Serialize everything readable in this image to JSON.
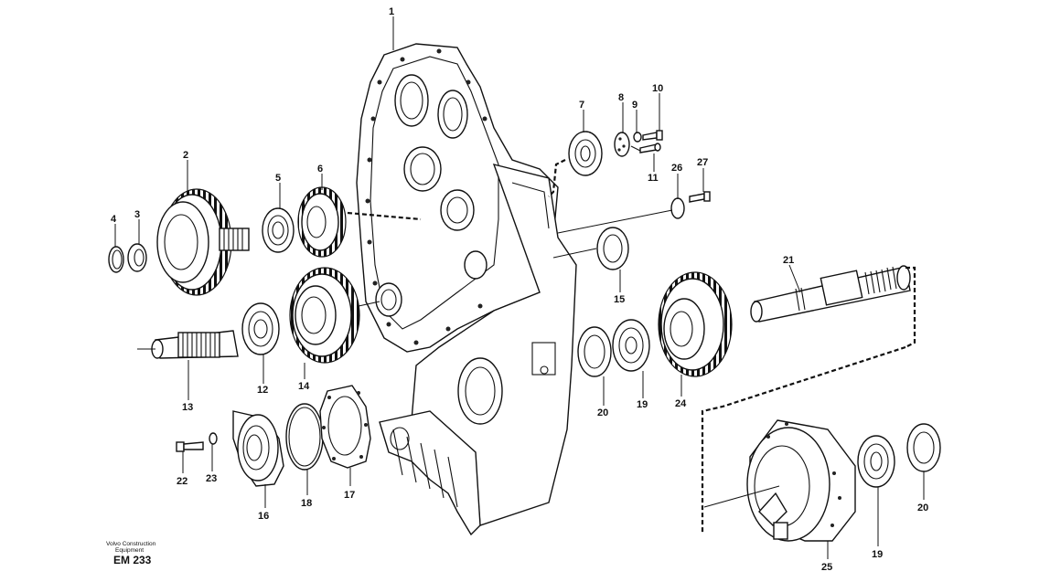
{
  "diagram": {
    "part_labels": [
      "1",
      "2",
      "3",
      "4",
      "5",
      "6",
      "7",
      "8",
      "9",
      "10",
      "11",
      "12",
      "13",
      "14",
      "15",
      "17",
      "18",
      "19",
      "20",
      "21",
      "22",
      "23",
      "24",
      "25",
      "26",
      "27",
      "16"
    ],
    "repeat_labels": {
      "label_19b": "19",
      "label_20b": "20"
    },
    "footer": {
      "brand_line1": "Volvo Construction",
      "brand_line2": "Equipment",
      "code": "EM 233"
    }
  }
}
